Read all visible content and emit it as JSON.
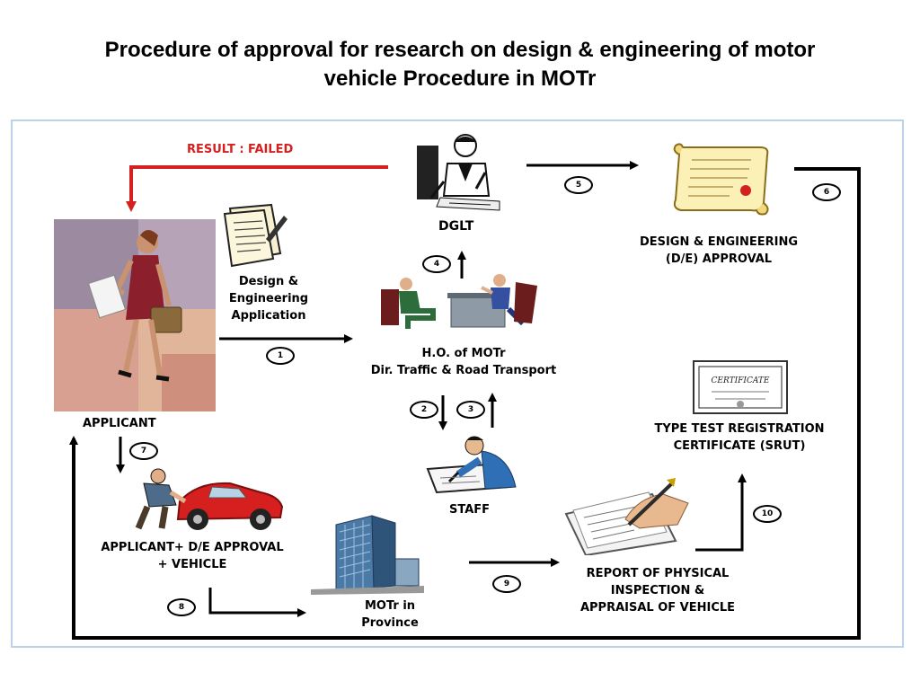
{
  "title": {
    "line1": "Procedure of approval for research on design & engineering of motor",
    "line2": "vehicle Procedure in MOTr"
  },
  "labels": {
    "result_failed": "RESULT : FAILED",
    "dglt": "DGLT",
    "de_approval": [
      "DESIGN & ENGINEERING",
      "(D/E) APPROVAL"
    ],
    "application": [
      "Design &",
      "Engineering",
      "Application"
    ],
    "ho": [
      "H.O. of MOTr",
      "Dir. Traffic & Road Transport"
    ],
    "applicant": "APPLICANT",
    "type_test": [
      "TYPE TEST REGISTRATION",
      "CERTIFICATE (SRUT)"
    ],
    "staff": "STAFF",
    "applicant_vehicle": [
      "APPLICANT+ D/E APPROVAL",
      "+ VEHICLE"
    ],
    "report": [
      "REPORT OF PHYSICAL",
      "INSPECTION &",
      "APPRAISAL OF VEHICLE"
    ],
    "province": [
      "MOTr in",
      "Province"
    ]
  },
  "steps": [
    "1",
    "2",
    "3",
    "4",
    "5",
    "6",
    "7",
    "8",
    "9",
    "10"
  ],
  "certificate_text": "CERTIFICATE",
  "colors": {
    "arrow": "#000000",
    "failed": "#d42020",
    "frame": "#b9d3ea"
  },
  "icons": [
    "writer-at-desk-icon",
    "scroll-icon",
    "document-stack-icon",
    "applicant-woman-icon",
    "meeting-icon",
    "certificate-icon",
    "staff-writing-icon",
    "mechanic-car-icon",
    "office-building-icon",
    "hand-writing-report-icon"
  ]
}
